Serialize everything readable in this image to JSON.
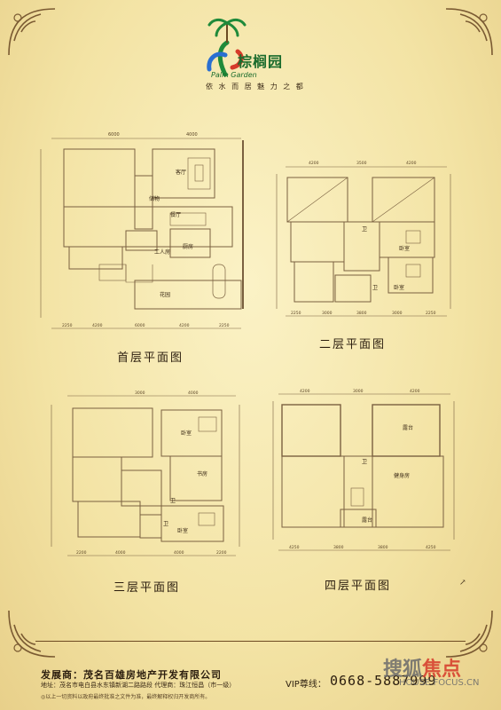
{
  "brand": {
    "name_cn": "棕榈园",
    "name_en": "Palm Garden",
    "tagline": "依 水 而 居 魅 力 之 都"
  },
  "plans": [
    {
      "title": "首层平面图",
      "rooms": [
        "客厅",
        "餐厅",
        "储物",
        "工人房",
        "厨房",
        "花园"
      ],
      "dims_top": [
        "6000",
        "4000"
      ],
      "dims_bottom": [
        "2250",
        "4200",
        "6000",
        "4200",
        "2250"
      ]
    },
    {
      "title": "二层平面图",
      "rooms": [
        "卫",
        "卧室",
        "卧室",
        "卫"
      ],
      "dims_top": [
        "4200",
        "3500",
        "4200"
      ],
      "dims_bottom": [
        "2250",
        "3000",
        "3800",
        "3000",
        "2250"
      ]
    },
    {
      "title": "三层平面图",
      "rooms": [
        "卧室",
        "书房",
        "卫",
        "卫",
        "卧室"
      ],
      "dims_top": [
        "3000",
        "4000"
      ],
      "dims_bottom": [
        "2200",
        "4000",
        "4000",
        "2200"
      ]
    },
    {
      "title": "四层平面图",
      "rooms": [
        "露台",
        "卫",
        "健身房",
        "露台"
      ],
      "dims_top": [
        "4200",
        "3000",
        "4200"
      ],
      "dims_bottom": [
        "4250",
        "3800",
        "3800",
        "4250"
      ]
    }
  ],
  "footer": {
    "developer": "发展商：茂名百雄房地产开发有限公司",
    "address": "地址：茂名市电白县水东镇新湖二路路段     代理商：珠江恒昌（市一级）",
    "disclaimer": "◎以上一切资料以政府最终批准之文件为准，最终解释权归开发商所有。",
    "vip_label": "VIP尊线：",
    "vip_number": "0668-5887999"
  },
  "watermark": {
    "text_gray": "搜狐",
    "text_red": "焦点",
    "url": "HOUSE.FOCUS.CN"
  },
  "colors": {
    "background": "#f6e8b1",
    "line": "#7a6040",
    "brand_green": "#1a6b2c",
    "accent_red": "#d63a2a"
  }
}
